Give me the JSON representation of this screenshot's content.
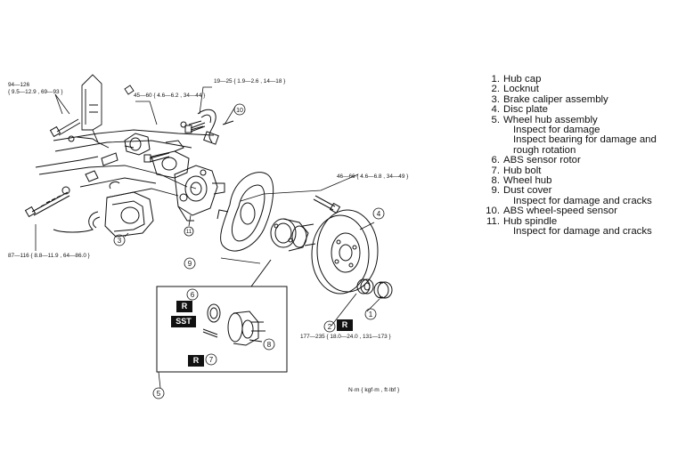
{
  "torque_specs": {
    "bolt_upper_left": {
      "line1": "94—126",
      "line2": "{ 9.5—12.9 , 69—93 }"
    },
    "caliper_bracket": "45—60 { 4.6—6.2 , 34—44 }",
    "sensor_bolt": "19—25 { 1.9—2.6 , 14—18 }",
    "dust_cover_bolt": "46—66 { 4.6—6.8 , 34—49 }",
    "spindle_bolt": "87—116 { 8.8—11.9 , 64—86.0 }",
    "locknut": "177—235 { 18.0—24.0 , 131—173 }"
  },
  "units_note": "N·m { kgf·m , ft·lbf }",
  "badges": {
    "replace": "R",
    "special_tool": "SST"
  },
  "callouts": [
    "1",
    "2",
    "3",
    "4",
    "5",
    "6",
    "7",
    "8",
    "9",
    "10",
    "11"
  ],
  "legend": [
    {
      "num": "1.",
      "label": "Hub cap",
      "notes": []
    },
    {
      "num": "2.",
      "label": "Locknut",
      "notes": []
    },
    {
      "num": "3.",
      "label": "Brake caliper assembly",
      "notes": []
    },
    {
      "num": "4.",
      "label": "Disc plate",
      "notes": []
    },
    {
      "num": "5.",
      "label": "Wheel hub assembly",
      "notes": [
        "Inspect for damage",
        "Inspect bearing for damage and rough rotation"
      ]
    },
    {
      "num": "6.",
      "label": "ABS sensor rotor",
      "notes": []
    },
    {
      "num": "7.",
      "label": "Hub bolt",
      "notes": []
    },
    {
      "num": "8.",
      "label": "Wheel hub",
      "notes": []
    },
    {
      "num": "9.",
      "label": "Dust cover",
      "notes": [
        "Inspect for damage and cracks"
      ]
    },
    {
      "num": "10.",
      "label": "ABS wheel-speed sensor",
      "notes": []
    },
    {
      "num": "11.",
      "label": "Hub spindle",
      "notes": [
        "Inspect for damage and cracks"
      ]
    }
  ]
}
